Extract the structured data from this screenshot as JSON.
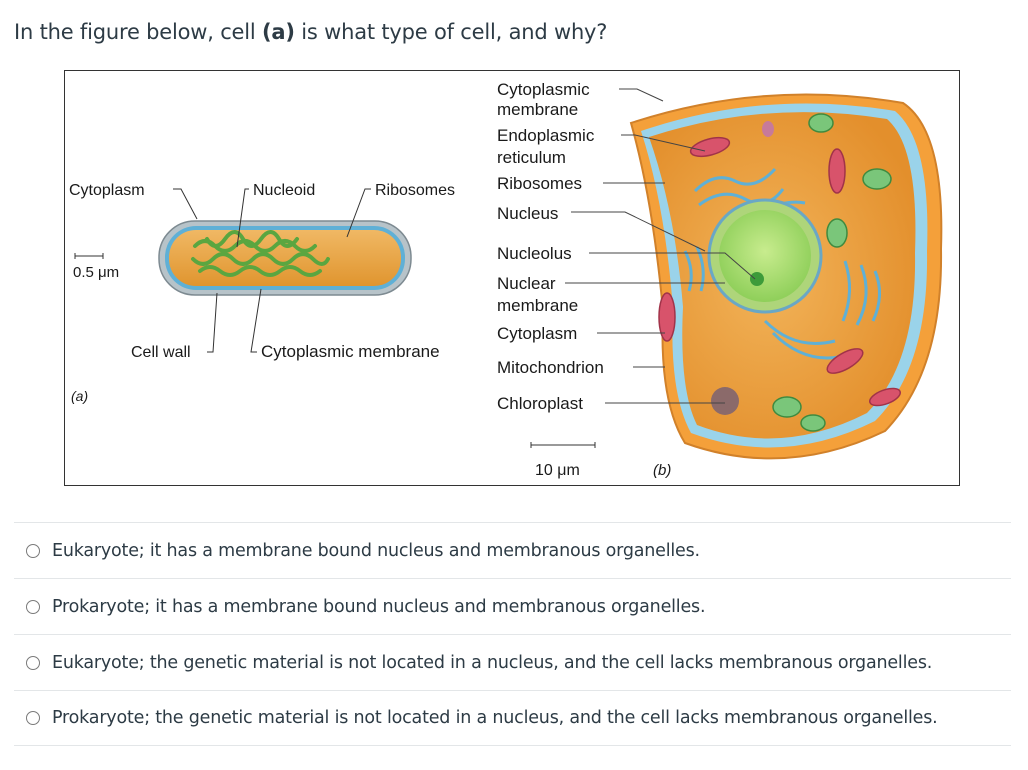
{
  "question": {
    "prefix": "In the figure below, cell ",
    "bold": "(a)",
    "suffix": " is what type of cell, and why?"
  },
  "figure": {
    "prokaryote": {
      "labels": {
        "cytoplasm": "Cytoplasm",
        "nucleoid": "Nucleoid",
        "ribosomes": "Ribosomes",
        "scale": "0.5 μm",
        "cell_wall": "Cell wall",
        "cytoplasmic_membrane": "Cytoplasmic membrane",
        "panel": "(a)"
      }
    },
    "eukaryote": {
      "labels": {
        "cytoplasmic_membrane_1": "Cytoplasmic",
        "cytoplasmic_membrane_2": "membrane",
        "er_1": "Endoplasmic",
        "er_2": "reticulum",
        "ribosomes": "Ribosomes",
        "nucleus": "Nucleus",
        "nucleolus": "Nucleolus",
        "nuclear_membrane_1": "Nuclear",
        "nuclear_membrane_2": "membrane",
        "cytoplasm": "Cytoplasm",
        "mitochondrion": "Mitochondrion",
        "chloroplast": "Chloroplast",
        "scale": "10 μm",
        "panel": "(b)"
      }
    }
  },
  "answers": [
    "Eukaryote; it has a membrane bound nucleus and membranous organelles.",
    "Prokaryote; it has a membrane bound nucleus and membranous organelles.",
    "Eukaryote; the genetic material is not located in a nucleus, and the cell lacks membranous organelles.",
    "Prokaryote; the genetic material is not located in a nucleus, and the cell lacks membranous organelles."
  ]
}
